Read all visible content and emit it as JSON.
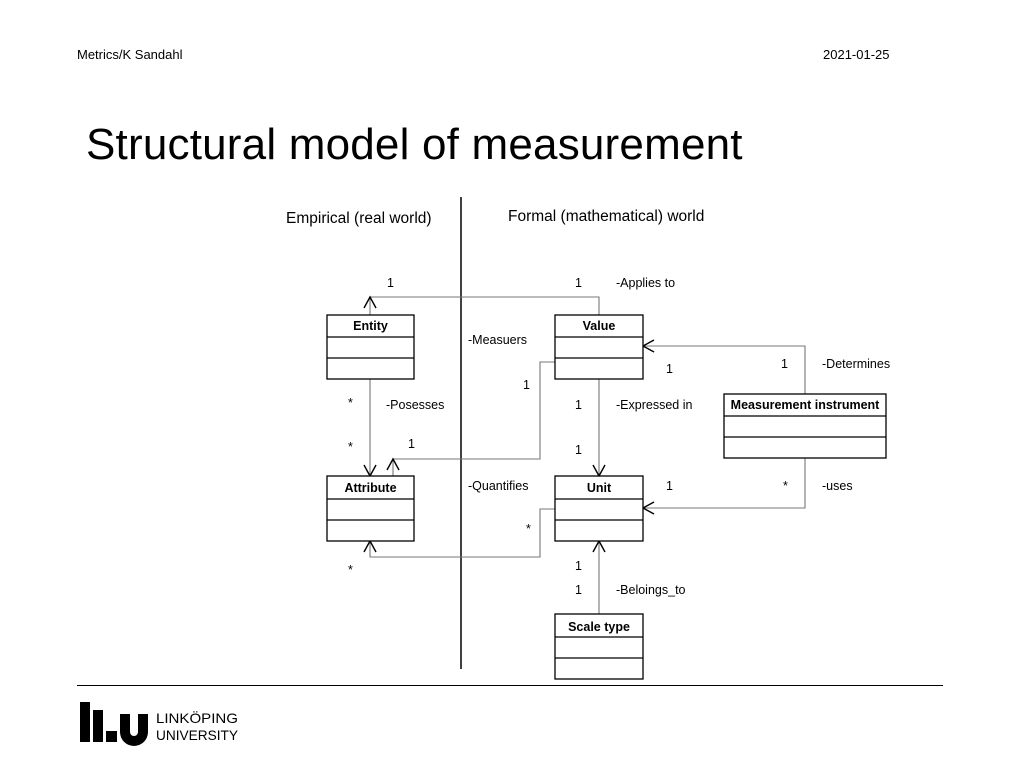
{
  "header": {
    "author": "Metrics/K Sandahl",
    "date": "2021-01-25"
  },
  "title": "Structural model of measurement",
  "diagram": {
    "empirical_label": "Empirical (real world)",
    "formal_label": "Formal (mathematical) world",
    "classes": {
      "entity": "Entity",
      "value": "Value",
      "attribute": "Attribute",
      "unit": "Unit",
      "instrument": "Measurement instrument",
      "scale_type": "Scale type"
    },
    "associations": {
      "applies_to": {
        "label": "-Applies to",
        "mult_entity": "1",
        "mult_value": "1"
      },
      "measures": {
        "label": "-Measuers",
        "mult_value": "1",
        "mult_attribute": "1"
      },
      "posesses": {
        "label": "-Posesses",
        "mult_entity": "*",
        "mult_attribute": "*"
      },
      "expressed_in": {
        "label": "-Expressed in",
        "mult_value": "1",
        "mult_unit": "1"
      },
      "determines": {
        "label": "-Determines",
        "mult_value": "1",
        "mult_instrument": "1"
      },
      "quantifies": {
        "label": "-Quantifies",
        "mult_unit": "*",
        "mult_attribute": "*"
      },
      "uses": {
        "label": "-uses",
        "mult_unit": "1",
        "mult_instrument": "*"
      },
      "belongs_to": {
        "label": "-Beloings_to",
        "mult_unit": "1",
        "mult_scale": "1"
      }
    }
  },
  "footer": {
    "logo_line1": "LINKÖPING",
    "logo_line2": "UNIVERSITY"
  }
}
